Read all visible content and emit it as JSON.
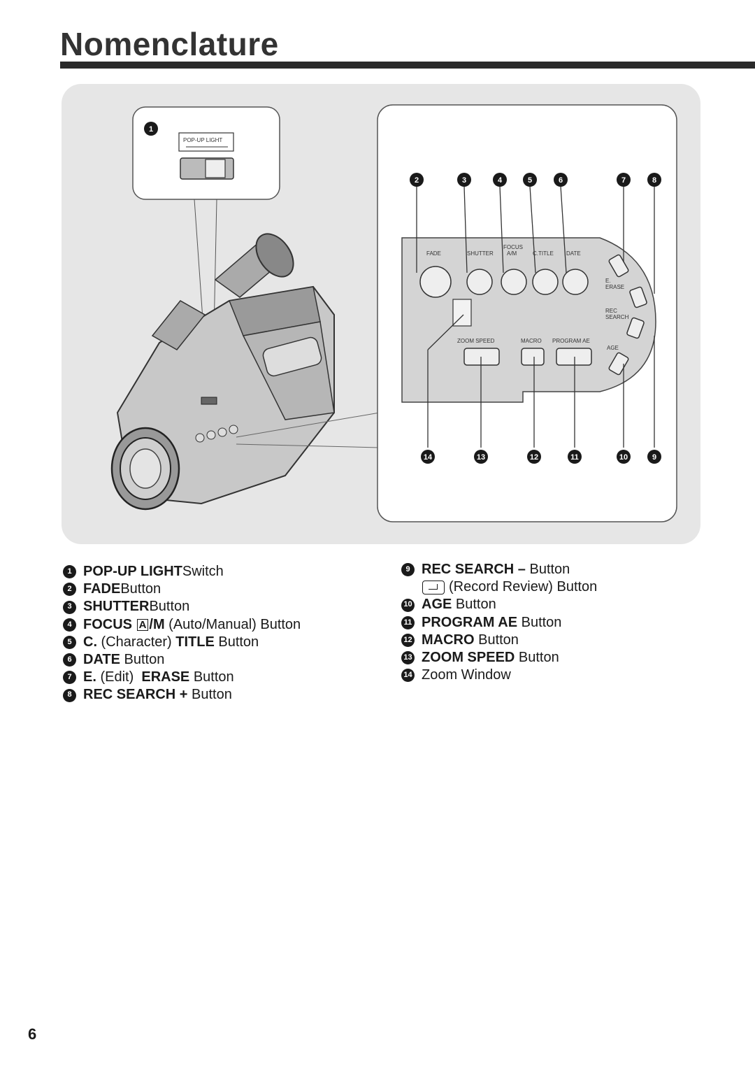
{
  "page": {
    "title": "Nomenclature",
    "page_number": "6"
  },
  "figure": {
    "inset_label": "POP-UP LIGHT",
    "panel_labels": {
      "fade": "FADE",
      "shutter": "SHUTTER",
      "focus": "FOCUS",
      "focus_am": "A/M",
      "ctitle": "C.TITLE",
      "date": "DATE",
      "e_erase_1": "E.",
      "e_erase_2": "ERASE",
      "rec_search_1": "REC",
      "rec_search_2": "SEARCH",
      "age": "AGE",
      "zoom_speed": "ZOOM SPEED",
      "macro": "MACRO",
      "program_ae": "PROGRAM AE"
    },
    "callouts": [
      "1",
      "2",
      "3",
      "4",
      "5",
      "6",
      "7",
      "8",
      "9",
      "10",
      "11",
      "12",
      "13",
      "14"
    ]
  },
  "legend": {
    "left": [
      {
        "num": "1",
        "bold": "POP-UP LIGHT",
        "rest": " Switch"
      },
      {
        "num": "2",
        "bold": "FADE",
        "rest": " Button"
      },
      {
        "num": "3",
        "bold": "SHUTTER",
        "rest": " Button"
      },
      {
        "num": "4",
        "bold_a": "FOCUS ",
        "boxed": "A",
        "bold_b": "/M",
        "rest": " (Auto/Manual) Button"
      },
      {
        "num": "5",
        "bold_a": "C.",
        "mid": " (Character) ",
        "bold_b": "TITLE",
        "rest": " Button"
      },
      {
        "num": "6",
        "bold": "DATE",
        "rest": " Button"
      },
      {
        "num": "7",
        "bold_a": "E.",
        "mid": " (Edit)  ",
        "bold_b": "ERASE",
        "rest": " Button"
      },
      {
        "num": "8",
        "bold": "REC SEARCH +",
        "rest": " Button"
      }
    ],
    "right": [
      {
        "num": "9",
        "bold": "REC SEARCH –",
        "rest": " Button"
      },
      {
        "cont": "(Record Review) Button"
      },
      {
        "num": "10",
        "bold": "AGE",
        "rest": " Button"
      },
      {
        "num": "11",
        "bold": "PROGRAM AE",
        "rest": " Button"
      },
      {
        "num": "12",
        "bold": "MACRO",
        "rest": " Button"
      },
      {
        "num": "13",
        "bold": "ZOOM SPEED",
        "rest": " Button"
      },
      {
        "num": "14",
        "rest": "Zoom Window"
      }
    ]
  }
}
